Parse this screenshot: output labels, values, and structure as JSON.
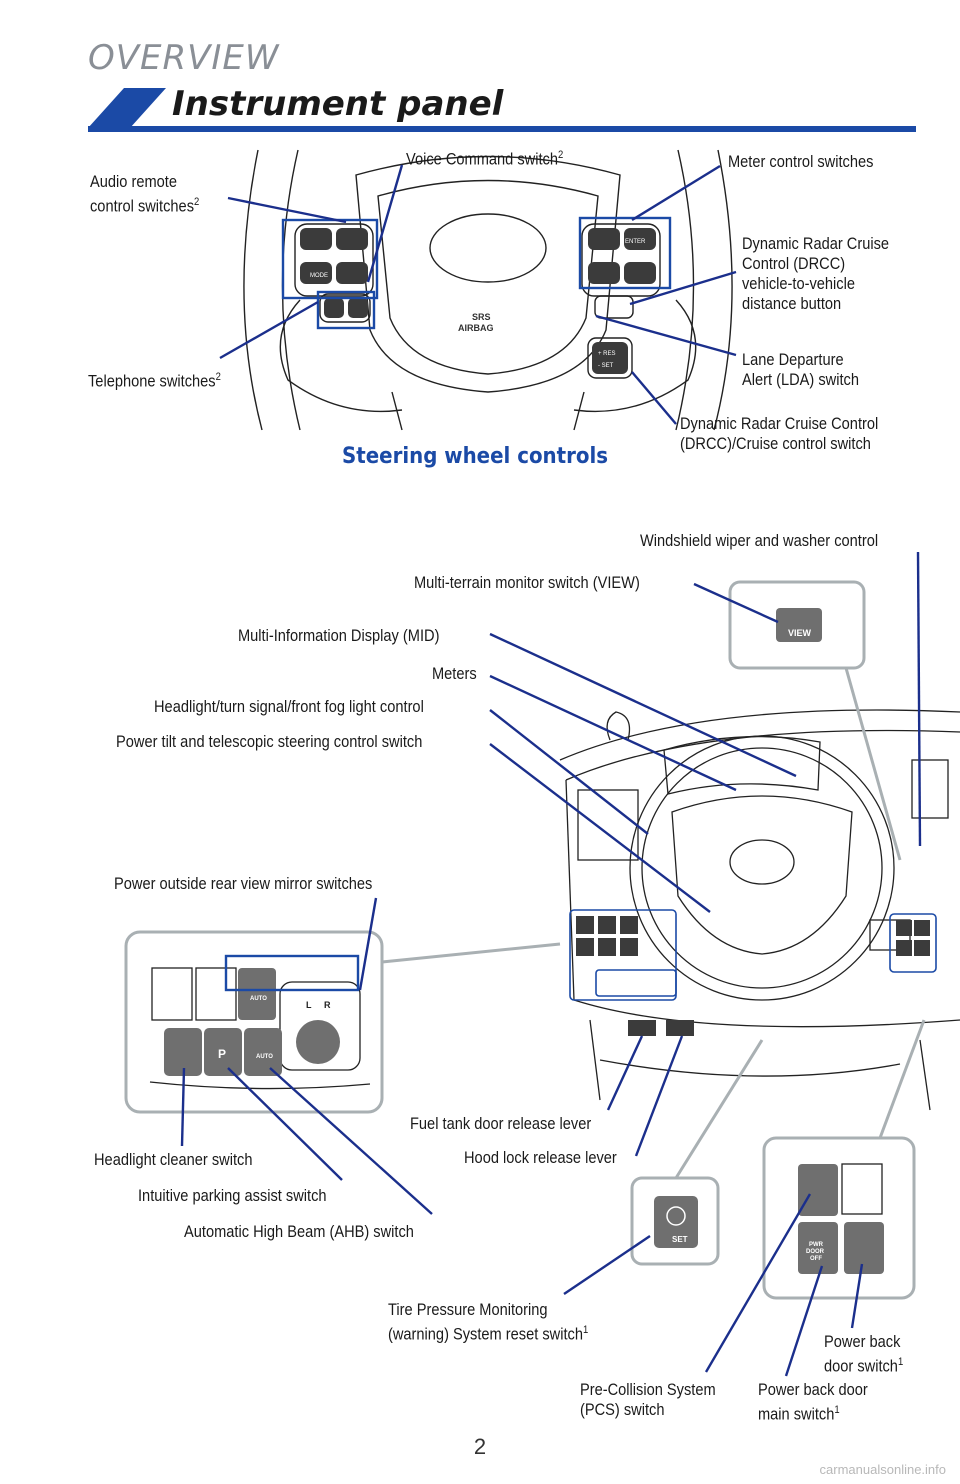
{
  "header": {
    "section": "OVERVIEW",
    "title": "Instrument panel"
  },
  "steering": {
    "caption": "Steering wheel controls",
    "airbag_line1": "SRS",
    "airbag_line2": "AIRBAG",
    "labels": {
      "audio_remote": {
        "line1": "Audio remote",
        "line2": "control switches",
        "sup": "2"
      },
      "voice_command": {
        "text": "Voice Command switch",
        "sup": "2"
      },
      "meter_control": "Meter control switches",
      "drcc_distance": [
        "Dynamic Radar Cruise",
        "Control (DRCC)",
        "vehicle-to-vehicle",
        "distance button"
      ],
      "lda": [
        "Lane Departure",
        "Alert (LDA) switch"
      ],
      "drcc_cruise": [
        "Dynamic Radar Cruise Control",
        "(DRCC)/Cruise control switch"
      ],
      "telephone": {
        "text": "Telephone switches",
        "sup": "2"
      }
    },
    "button_text": {
      "mode": "MODE",
      "enter": "ENTER",
      "res": "+ RES",
      "set": "- SET"
    }
  },
  "dashboard": {
    "labels": {
      "wiper": "Windshield wiper and washer control",
      "multi_terrain": "Multi-terrain monitor switch (VIEW)",
      "mid": "Multi-Information Display (MID)",
      "meters": "Meters",
      "headlight": "Headlight/turn signal/front fog light control",
      "tilt": "Power tilt and telescopic steering control switch",
      "mirror": "Power outside rear view mirror switches",
      "fuel": "Fuel tank door release lever",
      "hood": "Hood lock release lever",
      "headlight_cleaner": "Headlight cleaner switch",
      "parking_assist": "Intuitive parking assist switch",
      "ahb": "Automatic High Beam (AHB) switch",
      "tpms": {
        "line1": "Tire Pressure Monitoring",
        "line2": "(warning) System reset switch",
        "sup": "1"
      },
      "pcs": [
        "Pre-Collision System",
        "(PCS) switch"
      ],
      "back_door_main": {
        "line1": "Power back door",
        "line2": "main switch",
        "sup": "1"
      },
      "back_door": {
        "line1": "Power back",
        "line2": "door switch",
        "sup": "1"
      }
    },
    "button_text": {
      "view": "VIEW",
      "set": "SET",
      "auto": "AUTO",
      "p": "P",
      "pwr_line1": "PWR",
      "pwr_line2": "DOOR",
      "pwr_line3": "OFF",
      "mirror_l": "L",
      "mirror_r": "R"
    }
  },
  "footer": {
    "page_number": "2",
    "watermark": "carmanualsonline.info"
  },
  "colors": {
    "leader": "#1b2f8c",
    "accent": "#1b4aa6",
    "callout_box": "#a9b0b3",
    "section_gray": "#8a8f96"
  }
}
